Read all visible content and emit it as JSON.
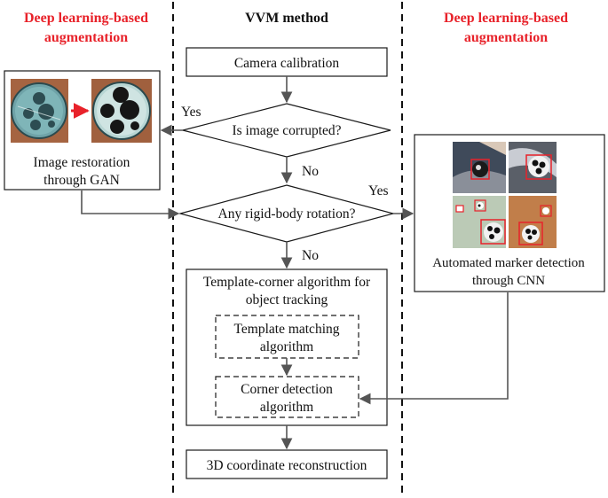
{
  "headers": {
    "left": [
      "Deep learning-based",
      "augmentation"
    ],
    "center": "VVM method",
    "right": [
      "Deep learning-based",
      "augmentation"
    ]
  },
  "nodes": {
    "camera_calibration": "Camera  calibration",
    "image_corrupted": "Is image corrupted?",
    "rigid_body": "Any rigid-body rotation?",
    "template_corner": [
      "Template-corner algorithm for",
      "object tracking"
    ],
    "template_matching": [
      "Template matching",
      "algorithm"
    ],
    "corner_detection": [
      "Corner detection",
      "algorithm"
    ],
    "reconstruction": "3D coordinate reconstruction",
    "gan": [
      "Image restoration",
      "through GAN"
    ],
    "cnn": [
      "Automated marker detection",
      "through CNN"
    ]
  },
  "edge_labels": {
    "corrupted_yes": "Yes",
    "corrupted_no": "No",
    "rotation_yes": "Yes",
    "rotation_no": "No"
  },
  "colors": {
    "header_red": "#e8222a",
    "flow_gray": "#555555",
    "detection_red": "#e8222a"
  }
}
